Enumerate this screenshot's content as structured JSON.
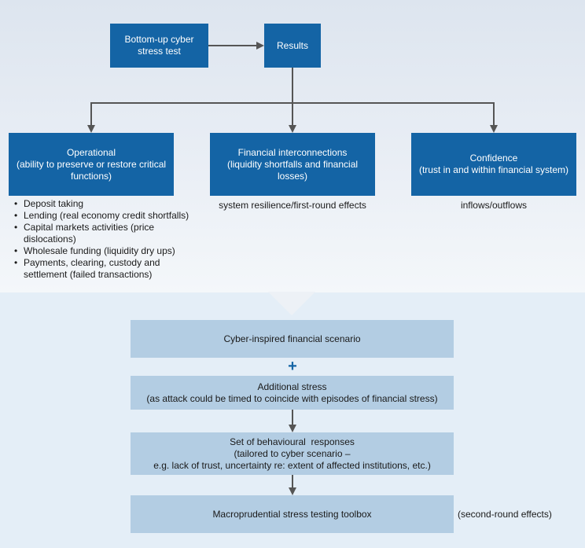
{
  "top": {
    "stress_test": "Bottom-up cyber stress test",
    "results": "Results",
    "channels": [
      {
        "title": "Operational",
        "subtitle": "(ability to preserve or restore critical functions)"
      },
      {
        "title": "Financial interconnections",
        "subtitle": "(liquidity shortfalls and financial losses)"
      },
      {
        "title": "Confidence",
        "subtitle": "(trust in and within financial system)"
      }
    ],
    "operational_items": [
      "Deposit taking",
      "Lending (real economy credit shortfalls)",
      "Capital markets activities (price dislocations)",
      "Wholesale funding (liquidity dry ups)",
      "Payments, clearing, custody and settlement (failed transactions)"
    ],
    "financial_note": "system resilience/first-round effects",
    "confidence_note": "inflows/outflows"
  },
  "bottom": {
    "scenario": "Cyber-inspired financial scenario",
    "plus": "+",
    "additional_title": "Additional stress",
    "additional_sub": "(as attack could be timed to coincide with episodes of financial stress)",
    "behaviour_title": "Set of behavioural  responses",
    "behaviour_sub1": "(tailored to cyber scenario –",
    "behaviour_sub2": "e.g. lack of trust, uncertainty re: extent of affected institutions, etc.)",
    "toolbox": "Macroprudential stress testing toolbox",
    "second_round": "(second-round effects)"
  },
  "colors": {
    "dark_box": "#1464a5",
    "light_box": "#b3cde3",
    "connector": "#555555"
  }
}
